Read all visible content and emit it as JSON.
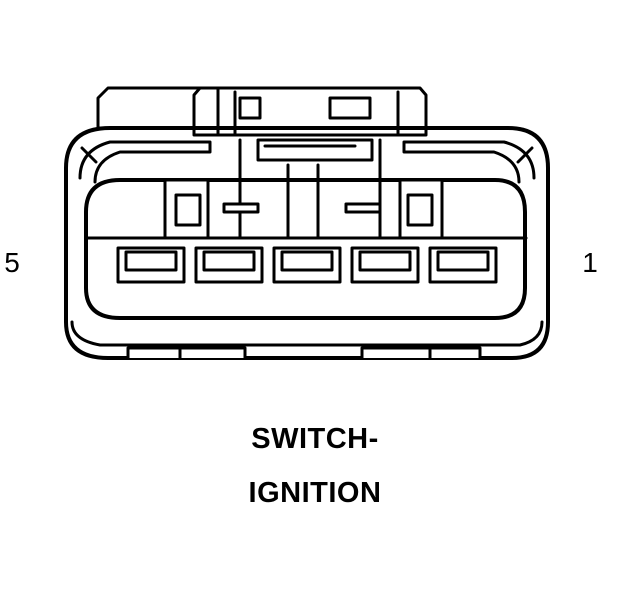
{
  "pin_labels": {
    "left": "5",
    "right": "1"
  },
  "caption": {
    "line1": "SWITCH-",
    "line2": "IGNITION"
  },
  "cavities": {
    "count": 5
  }
}
